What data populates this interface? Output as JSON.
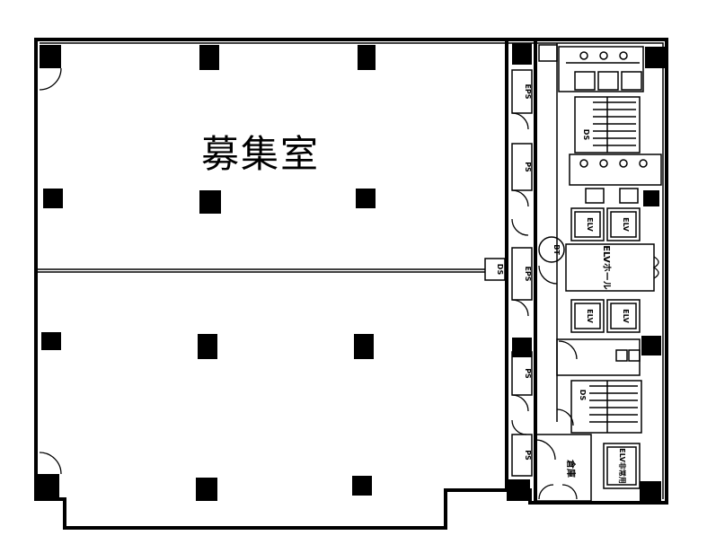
{
  "plan": {
    "room_label": "募集室",
    "labels": {
      "eps_top": "EPS",
      "ps_top": "PS",
      "eps_mid": "EPS",
      "ps_mid": "PS",
      "ps_bottom": "PS",
      "ds_center": "DS",
      "ds_stair_top": "DS",
      "ds_stair_bottom": "DS",
      "elv_1": "ELV",
      "elv_2": "ELV",
      "elv_3": "ELV",
      "elv_4": "ELV",
      "elv_hall": "ELVホール",
      "elv_emergency": "ELV非常用",
      "bt": "BT",
      "storage": "倉庫"
    }
  }
}
